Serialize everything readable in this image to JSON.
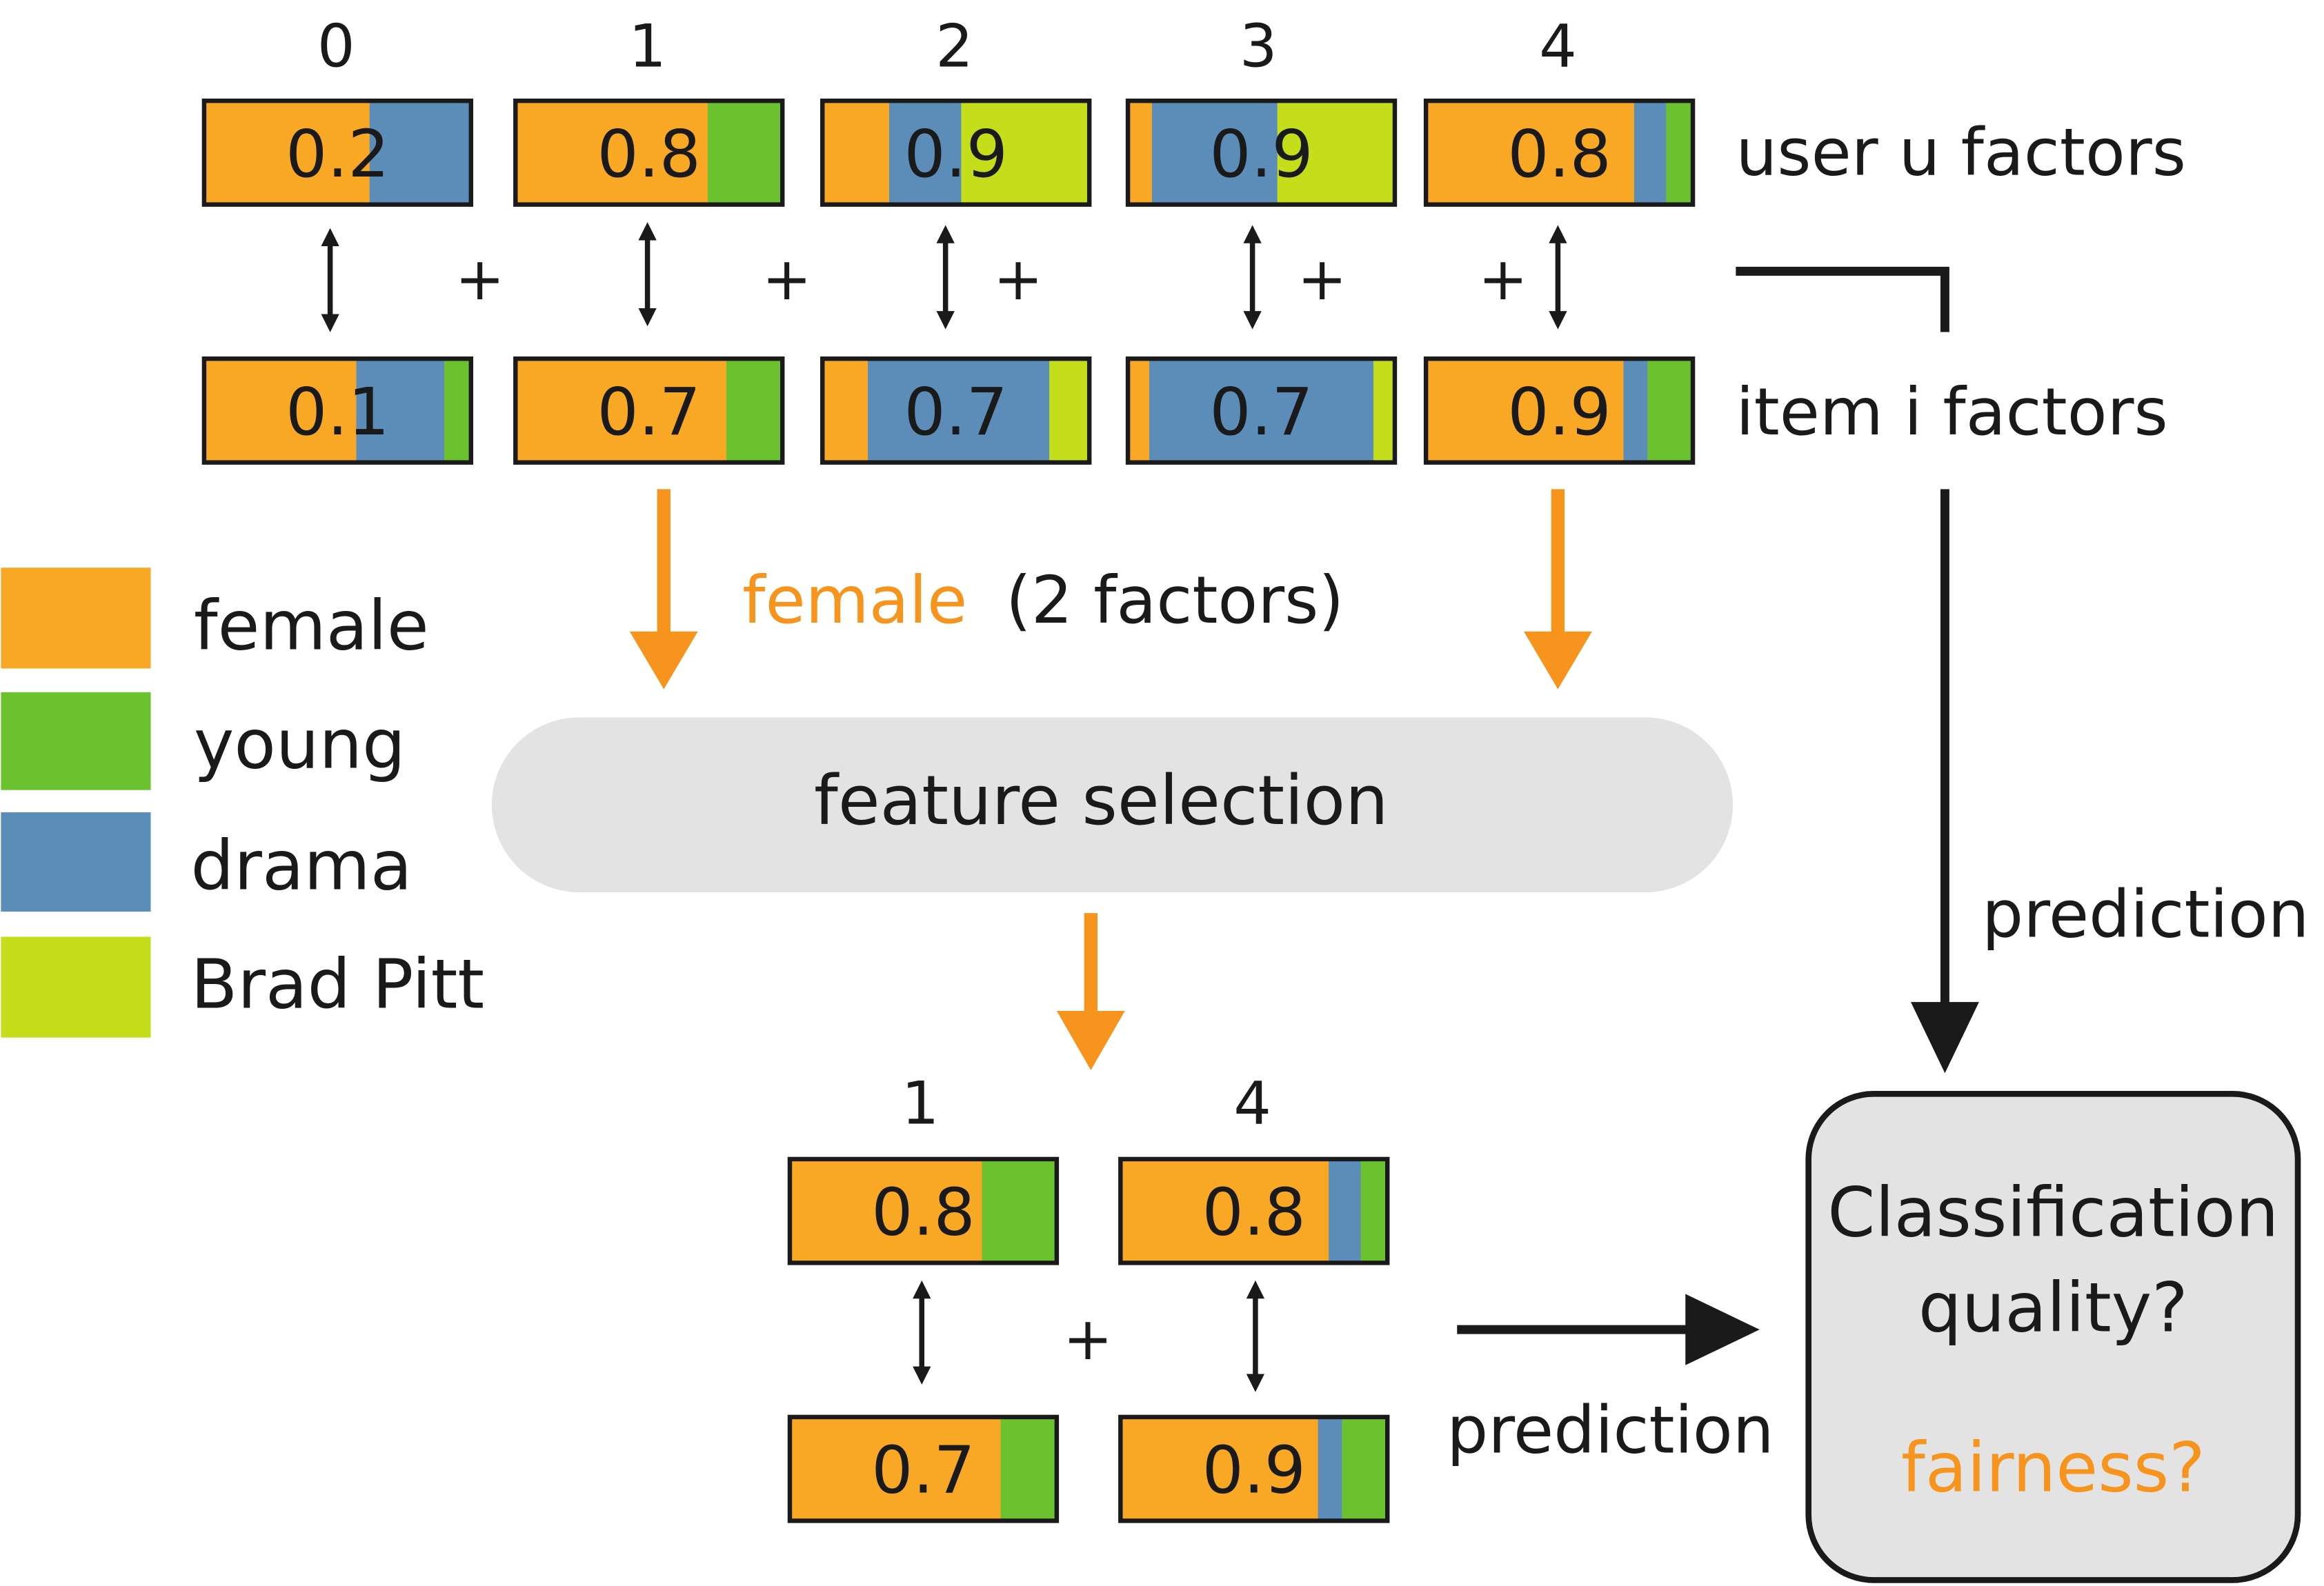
{
  "colors": {
    "female": "#f9a825",
    "young": "#6cc22e",
    "drama": "#5b8db8",
    "brad_pitt": "#c5de1b",
    "accent_orange": "#f7941d",
    "box_gray": "#e3e3e3",
    "outline": "#1a1a1a"
  },
  "legend": [
    {
      "label": "female",
      "color": "#f9a825"
    },
    {
      "label": "young",
      "color": "#6cc22e"
    },
    {
      "label": "drama",
      "color": "#5b8db8"
    },
    {
      "label": "Brad Pitt",
      "color": "#c5de1b"
    }
  ],
  "factor_indices": [
    "0",
    "1",
    "2",
    "3",
    "4"
  ],
  "user_row_label": "user u factors",
  "item_row_label": "item i factors",
  "user_factors": [
    {
      "value": "0.2",
      "segments": [
        [
          "female",
          0.62
        ],
        [
          "drama",
          0.38
        ]
      ]
    },
    {
      "value": "0.8",
      "segments": [
        [
          "female",
          0.72
        ],
        [
          "young",
          0.28
        ]
      ]
    },
    {
      "value": "0.9",
      "segments": [
        [
          "female",
          0.25
        ],
        [
          "drama",
          0.27
        ],
        [
          "brad_pitt",
          0.48
        ]
      ]
    },
    {
      "value": "0.9",
      "segments": [
        [
          "female",
          0.09
        ],
        [
          "drama",
          0.47
        ],
        [
          "brad_pitt",
          0.44
        ]
      ]
    },
    {
      "value": "0.8",
      "segments": [
        [
          "female",
          0.78
        ],
        [
          "drama",
          0.12
        ],
        [
          "young",
          0.1
        ]
      ]
    }
  ],
  "item_factors": [
    {
      "value": "0.1",
      "segments": [
        [
          "female",
          0.57
        ],
        [
          "drama",
          0.33
        ],
        [
          "young",
          0.1
        ]
      ]
    },
    {
      "value": "0.7",
      "segments": [
        [
          "female",
          0.79
        ],
        [
          "young",
          0.21
        ]
      ]
    },
    {
      "value": "0.7",
      "segments": [
        [
          "female",
          0.17
        ],
        [
          "drama",
          0.68
        ],
        [
          "brad_pitt",
          0.15
        ]
      ]
    },
    {
      "value": "0.7",
      "segments": [
        [
          "female",
          0.08
        ],
        [
          "drama",
          0.84
        ],
        [
          "brad_pitt",
          0.08
        ]
      ]
    },
    {
      "value": "0.9",
      "segments": [
        [
          "female",
          0.74
        ],
        [
          "drama",
          0.09
        ],
        [
          "young",
          0.17
        ]
      ]
    }
  ],
  "plus_sign": "+",
  "female_label": "female",
  "factors_note": "(2 factors)",
  "feature_selection_label": "feature selection",
  "selected_indices": [
    "1",
    "4"
  ],
  "selected_user_factors": [
    {
      "value": "0.8",
      "segments": [
        [
          "female",
          0.72
        ],
        [
          "young",
          0.28
        ]
      ]
    },
    {
      "value": "0.8",
      "segments": [
        [
          "female",
          0.78
        ],
        [
          "drama",
          0.12
        ],
        [
          "young",
          0.1
        ]
      ]
    }
  ],
  "selected_item_factors": [
    {
      "value": "0.7",
      "segments": [
        [
          "female",
          0.79
        ],
        [
          "young",
          0.21
        ]
      ]
    },
    {
      "value": "0.9",
      "segments": [
        [
          "female",
          0.74
        ],
        [
          "drama",
          0.09
        ],
        [
          "young",
          0.17
        ]
      ]
    }
  ],
  "prediction_label": "prediction",
  "result_box": {
    "line1": "Classification",
    "line2": "quality?",
    "fairness": "fairness?"
  }
}
